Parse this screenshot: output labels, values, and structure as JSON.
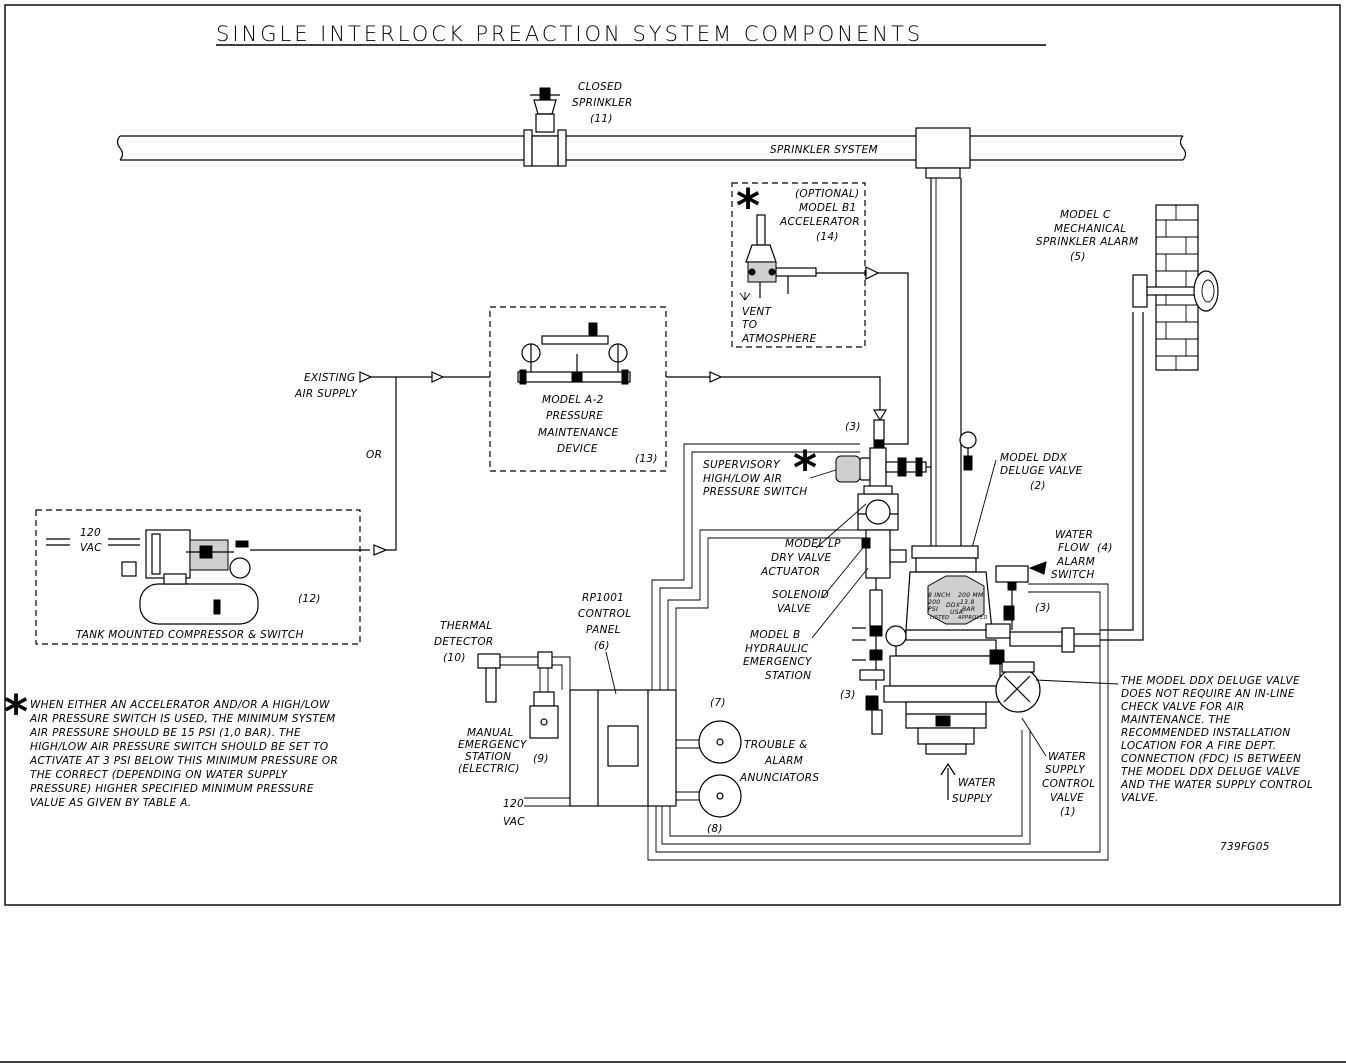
{
  "title": "SINGLE INTERLOCK PREACTION SYSTEM COMPONENTS",
  "labels": {
    "closed_sprinkler": [
      "CLOSED",
      "SPRINKLER",
      "(11)"
    ],
    "sprinkler_system": "SPRINKLER SYSTEM",
    "accelerator": [
      "(OPTIONAL)",
      "MODEL B1",
      "ACCELERATOR",
      "(14)"
    ],
    "vent": [
      "VENT",
      "TO",
      "ATMOSPHERE"
    ],
    "mech_alarm": [
      "MODEL C",
      "MECHANICAL",
      "SPRINKLER ALARM",
      "(5)"
    ],
    "existing_air": [
      "EXISTING",
      "AIR SUPPLY"
    ],
    "or": "OR",
    "pressure_maint": [
      "MODEL A-2",
      "PRESSURE",
      "MAINTENANCE",
      "DEVICE"
    ],
    "pressure_maint_num": "(13)",
    "num_3_top": "(3)",
    "supervisory": [
      "SUPERVISORY",
      "HIGH/LOW AIR",
      "PRESSURE SWITCH"
    ],
    "deluge_valve": [
      "MODEL DDX",
      "DELUGE VALVE",
      "(2)"
    ],
    "water_flow": [
      "WATER",
      "FLOW",
      "ALARM",
      "SWITCH"
    ],
    "water_flow_num": "(4)",
    "num_3_right": "(3)",
    "vac_top": [
      "120",
      "VAC"
    ],
    "compressor_num": "(12)",
    "compressor": "TANK MOUNTED COMPRESSOR & SWITCH",
    "lp_actuator": [
      "MODEL LP",
      "DRY VALVE",
      "ACTUATOR"
    ],
    "solenoid": [
      "SOLENOID",
      "VALVE"
    ],
    "hydraulic": [
      "MODEL B",
      "HYDRAULIC",
      "EMERGENCY",
      "STATION"
    ],
    "control_panel": [
      "RP1001",
      "CONTROL",
      "PANEL",
      "(6)"
    ],
    "thermal": [
      "THERMAL",
      "DETECTOR",
      "(10)"
    ],
    "manual": [
      "MANUAL",
      "EMERGENCY",
      "STATION",
      "(ELECTRIC)"
    ],
    "manual_num": "(9)",
    "num_7": "(7)",
    "trouble": [
      "TROUBLE &",
      "ALARM",
      "ANUNCIATORS"
    ],
    "num_8": "(8)",
    "vac_bottom": [
      "120",
      "VAC"
    ],
    "num_3_lower": "(3)",
    "water_supply": [
      "WATER",
      "SUPPLY"
    ],
    "supply_control": [
      "WATER",
      "SUPPLY",
      "CONTROL",
      "VALVE",
      "(1)"
    ],
    "fdc_note": [
      "THE MODEL DDX DELUGE VALVE",
      "DOES NOT REQUIRE AN IN-LINE",
      "CHECK VALVE FOR AIR",
      "MAINTENANCE.   THE",
      "RECOMMENDED INSTALLATION",
      "LOCATION FOR A FIRE DEPT.",
      "CONNECTION (FDC) IS BETWEEN",
      "THE MODEL DDX DELUGE VALVE",
      "AND THE WATER SUPPLY CONTROL",
      "VALVE."
    ],
    "note": [
      "WHEN EITHER AN ACCELERATOR AND/OR A HIGH/LOW",
      "AIR PRESSURE SWITCH IS USED, THE MINIMUM SYSTEM",
      "AIR PRESSURE SHOULD BE 15 PSI (1,0 BAR).   THE",
      "HIGH/LOW AIR PRESSURE SWITCH SHOULD BE SET TO",
      "ACTIVATE AT 3 PSI BELOW THIS MINIMUM PRESSURE OR",
      "THE CORRECT (DEPENDING ON WATER SUPPLY",
      "PRESSURE) HIGHER SPECIFIED MINIMUM PRESSURE",
      "VALUE AS GIVEN BY TABLE A."
    ],
    "drawing_id": "739FG05",
    "valve_plate": [
      "8 INCH",
      "200",
      "PSI",
      "DDX",
      "USA",
      "200 MM",
      "13.8",
      "BAR",
      "LISTED",
      "APPROVED"
    ]
  },
  "star_symbol": "*",
  "colors": {
    "line": "#000000",
    "background": "#ffffff",
    "fill_grey": "#cfcfcf"
  }
}
